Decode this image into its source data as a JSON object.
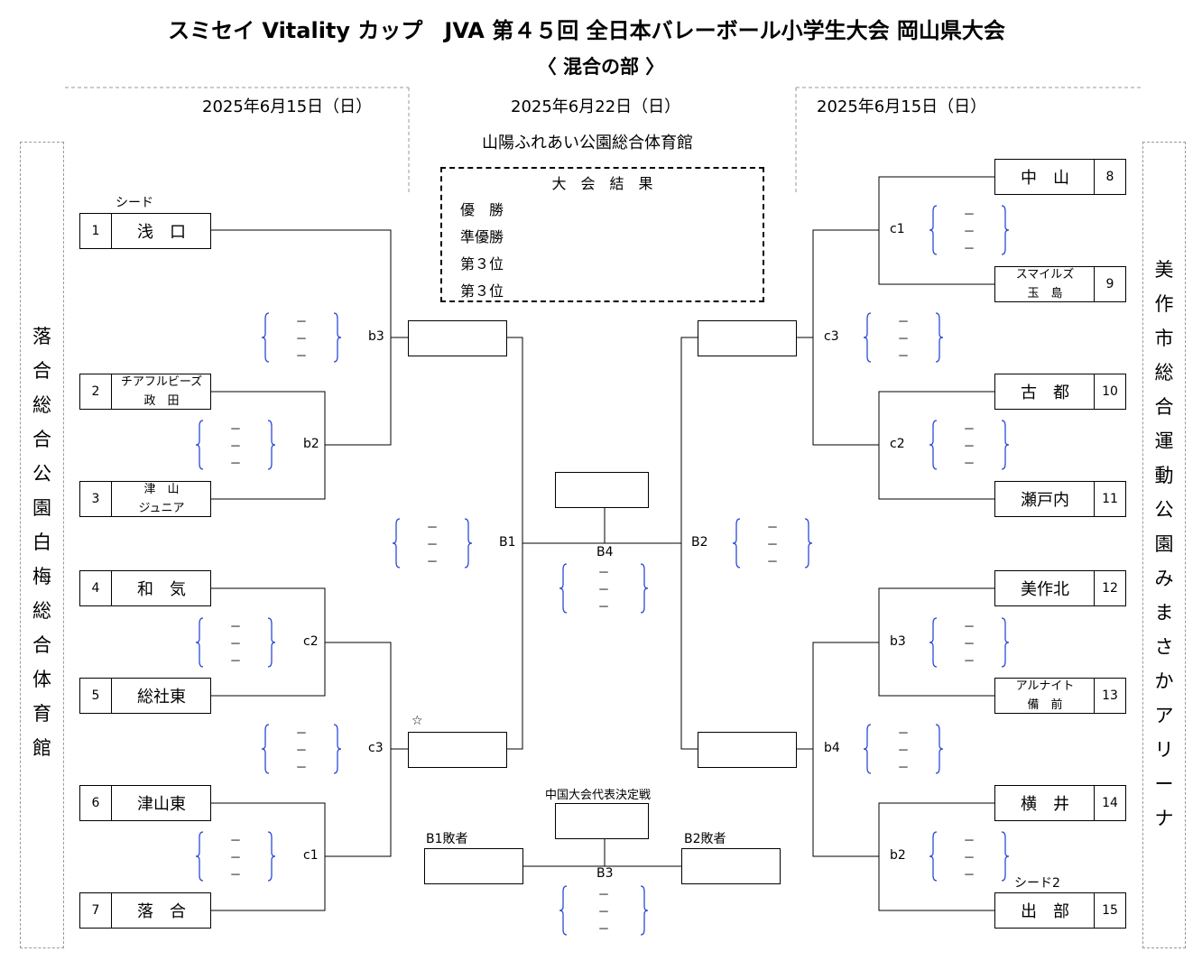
{
  "header": {
    "title": "スミセイ Vitality カップ　JVA 第４５回 全日本バレーボール小学生大会 岡山県大会",
    "subtitle": "〈 混合の部 〉"
  },
  "dates": {
    "left": "2025年6月15日（日）",
    "center": "2025年6月22日（日）",
    "right": "2025年6月15日（日）"
  },
  "center_venue": "山陽ふれあい公園総合体育館",
  "left_venue": [
    "落",
    "合",
    "総",
    "合",
    "公",
    "園",
    "白",
    "梅",
    "総",
    "合",
    "体",
    "育",
    "館"
  ],
  "right_venue": [
    "美",
    "作",
    "市",
    "総",
    "合",
    "運",
    "動",
    "公",
    "園",
    "み",
    "ま",
    "さ",
    "か",
    "ア",
    "リ",
    "ー",
    "ナ"
  ],
  "results": {
    "heading": "大　会　結　果",
    "rows": [
      "優　勝",
      "準優勝",
      "第３位",
      "第３位"
    ]
  },
  "teams_left": [
    {
      "seed": "1",
      "name": "浅　口",
      "note": "シード"
    },
    {
      "seed": "2",
      "line1": "チアフルビーズ",
      "line2": "政　田"
    },
    {
      "seed": "3",
      "line1": "津　山",
      "line2": "ジュニア"
    },
    {
      "seed": "4",
      "name": "和　気"
    },
    {
      "seed": "5",
      "name": "総社東"
    },
    {
      "seed": "6",
      "name": "津山東"
    },
    {
      "seed": "7",
      "name": "落　合"
    }
  ],
  "teams_right": [
    {
      "seed": "8",
      "name": "中　山"
    },
    {
      "seed": "9",
      "line1": "スマイルズ",
      "line2": "玉　島"
    },
    {
      "seed": "10",
      "name": "古　都"
    },
    {
      "seed": "11",
      "name": "瀬戸内"
    },
    {
      "seed": "12",
      "name": "美作北"
    },
    {
      "seed": "13",
      "line1": "アルナイト",
      "line2": "備　前"
    },
    {
      "seed": "14",
      "name": "横　井"
    },
    {
      "seed": "15",
      "name": "出　部",
      "note": "シード2"
    }
  ],
  "match_labels": {
    "left_b3": "b3",
    "left_b2": "b2",
    "left_c2": "c2",
    "left_c3": "c3",
    "left_c1": "c1",
    "B1": "B1",
    "B2": "B2",
    "B3": "B3",
    "B4": "B4",
    "right_c1": "c1",
    "right_c3": "c3",
    "right_c2": "c2",
    "right_b3": "b3",
    "right_b4": "b4",
    "right_b2": "b2"
  },
  "star": "☆",
  "score_dash": "－",
  "chugoku_label": "中国大会代表決定戦",
  "b1_loser": "B1敗者",
  "b2_loser": "B2敗者"
}
